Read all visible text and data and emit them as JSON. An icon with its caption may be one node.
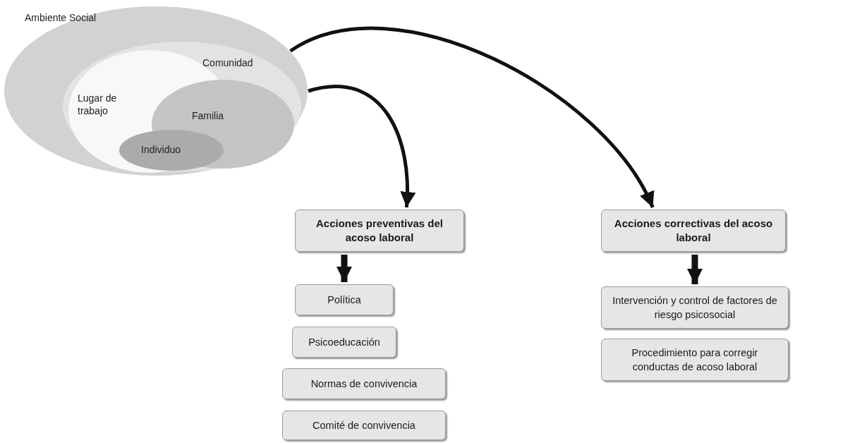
{
  "diagram": {
    "nodes": [
      {
        "text": [
          "Ambiente Social"
        ]
      },
      {
        "text": [
          "Comunidad"
        ],
        "in": 0
      },
      {
        "text": [
          "Lugar de trabajo"
        ],
        "in": 1
      },
      {
        "text": [
          "Familia"
        ],
        "in": 1
      },
      {
        "text": [
          "Individuo"
        ],
        "in": 2
      },
      {
        "text": [
          "Acciones preventivas del acoso laboral"
        ]
      },
      {
        "text": [
          "Política"
        ]
      },
      {
        "text": [
          "Psicoeducación"
        ]
      },
      {
        "text": [
          "Normas de convivencia"
        ]
      },
      {
        "text": [
          "Comité de convivencia"
        ]
      },
      {
        "text": [
          "Acciones correctivas del acoso laboral"
        ]
      },
      {
        "text": [
          "Intervención y control de factores de riesgo psicosocial"
        ]
      },
      {
        "text": [
          "Procedimiento para corregir conductas de acoso laboral"
        ]
      }
    ],
    "edges": [
      {
        "from": 0,
        "to": 5,
        "arrow": "to"
      },
      {
        "from": 0,
        "to": 10,
        "arrow": "to"
      },
      {
        "from": 5,
        "to": 6,
        "arrow": "to",
        "style": "thick"
      },
      {
        "from": 10,
        "to": 11,
        "arrow": "to",
        "style": "thick"
      }
    ]
  }
}
